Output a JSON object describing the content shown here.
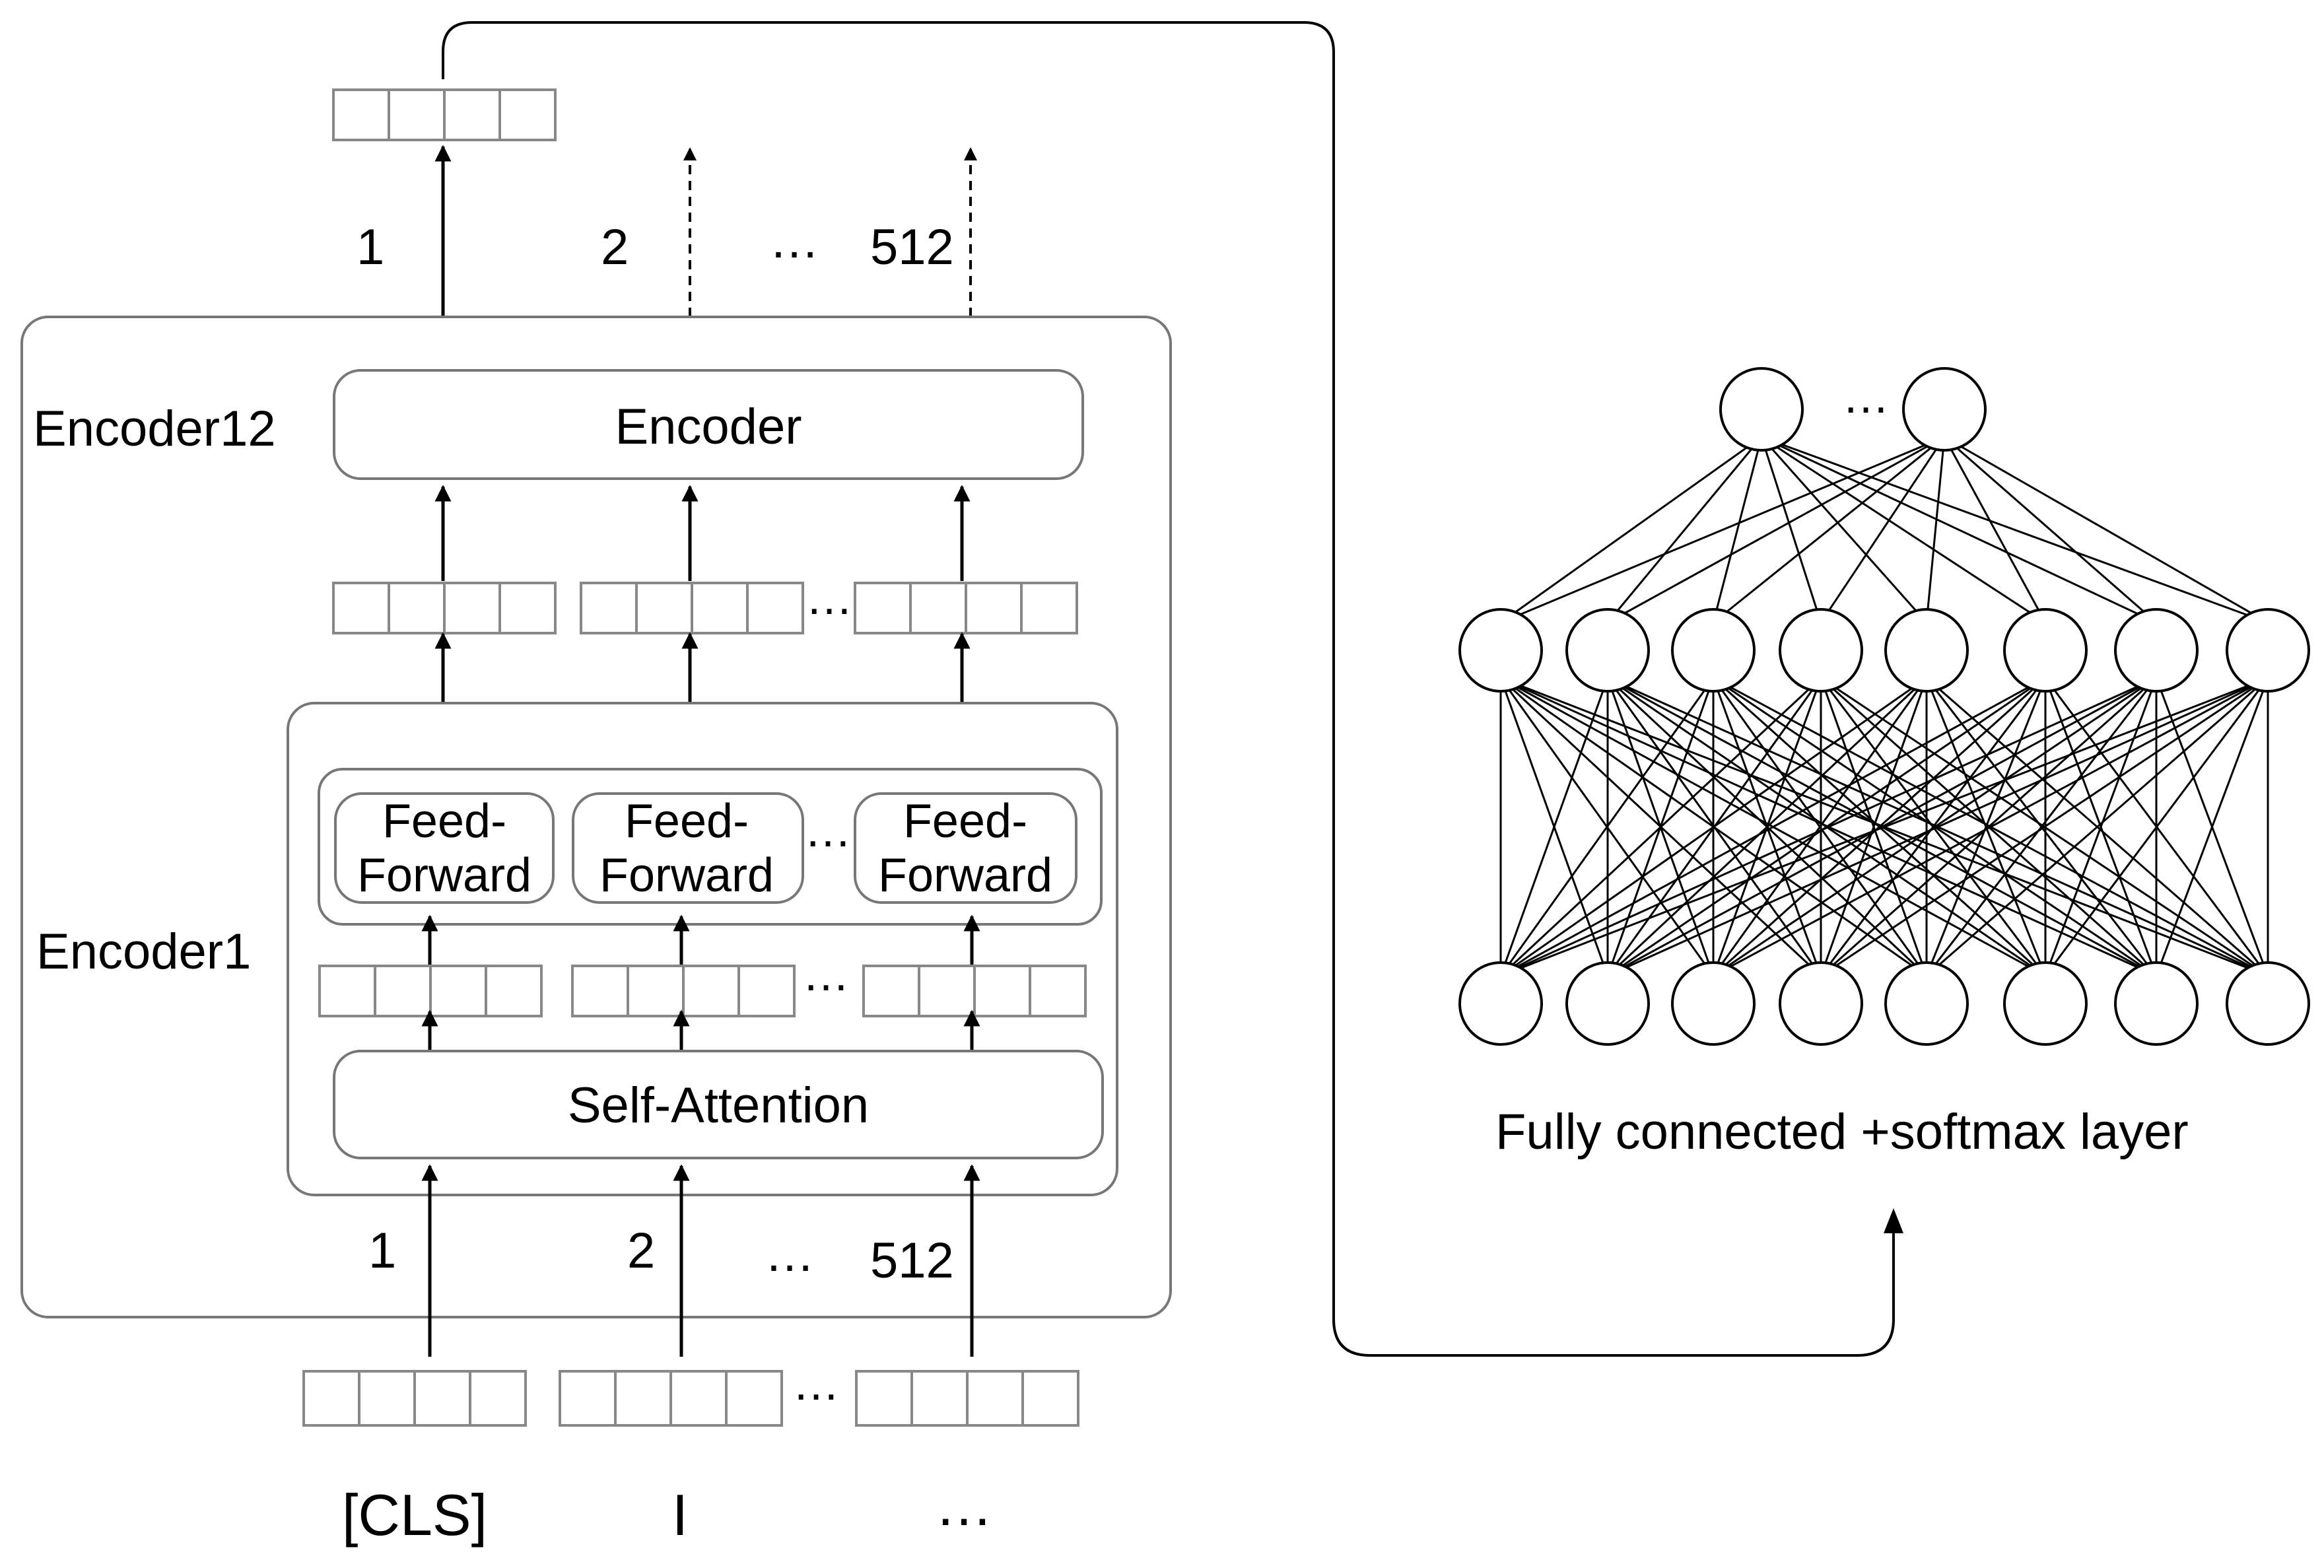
{
  "labels": {
    "encoder12": "Encoder12",
    "encoder1": "Encoder1",
    "encoder_block": "Encoder",
    "feed_forward_line1": "Feed-",
    "feed_forward_line2": "Forward",
    "self_attention": "Self-Attention",
    "fc_caption": "Fully connected +softmax layer",
    "ellipsis": "…"
  },
  "positions_out": [
    "1",
    "2",
    "512"
  ],
  "positions_in": [
    "1",
    "2",
    "512"
  ],
  "tokens": [
    "[CLS]",
    "I",
    "…"
  ],
  "network": {
    "top_nodes": 2,
    "hidden_nodes": 8,
    "bottom_nodes": 8
  },
  "colors": {
    "box_stroke": "#777777",
    "line": "#000000",
    "background": "#ffffff"
  }
}
